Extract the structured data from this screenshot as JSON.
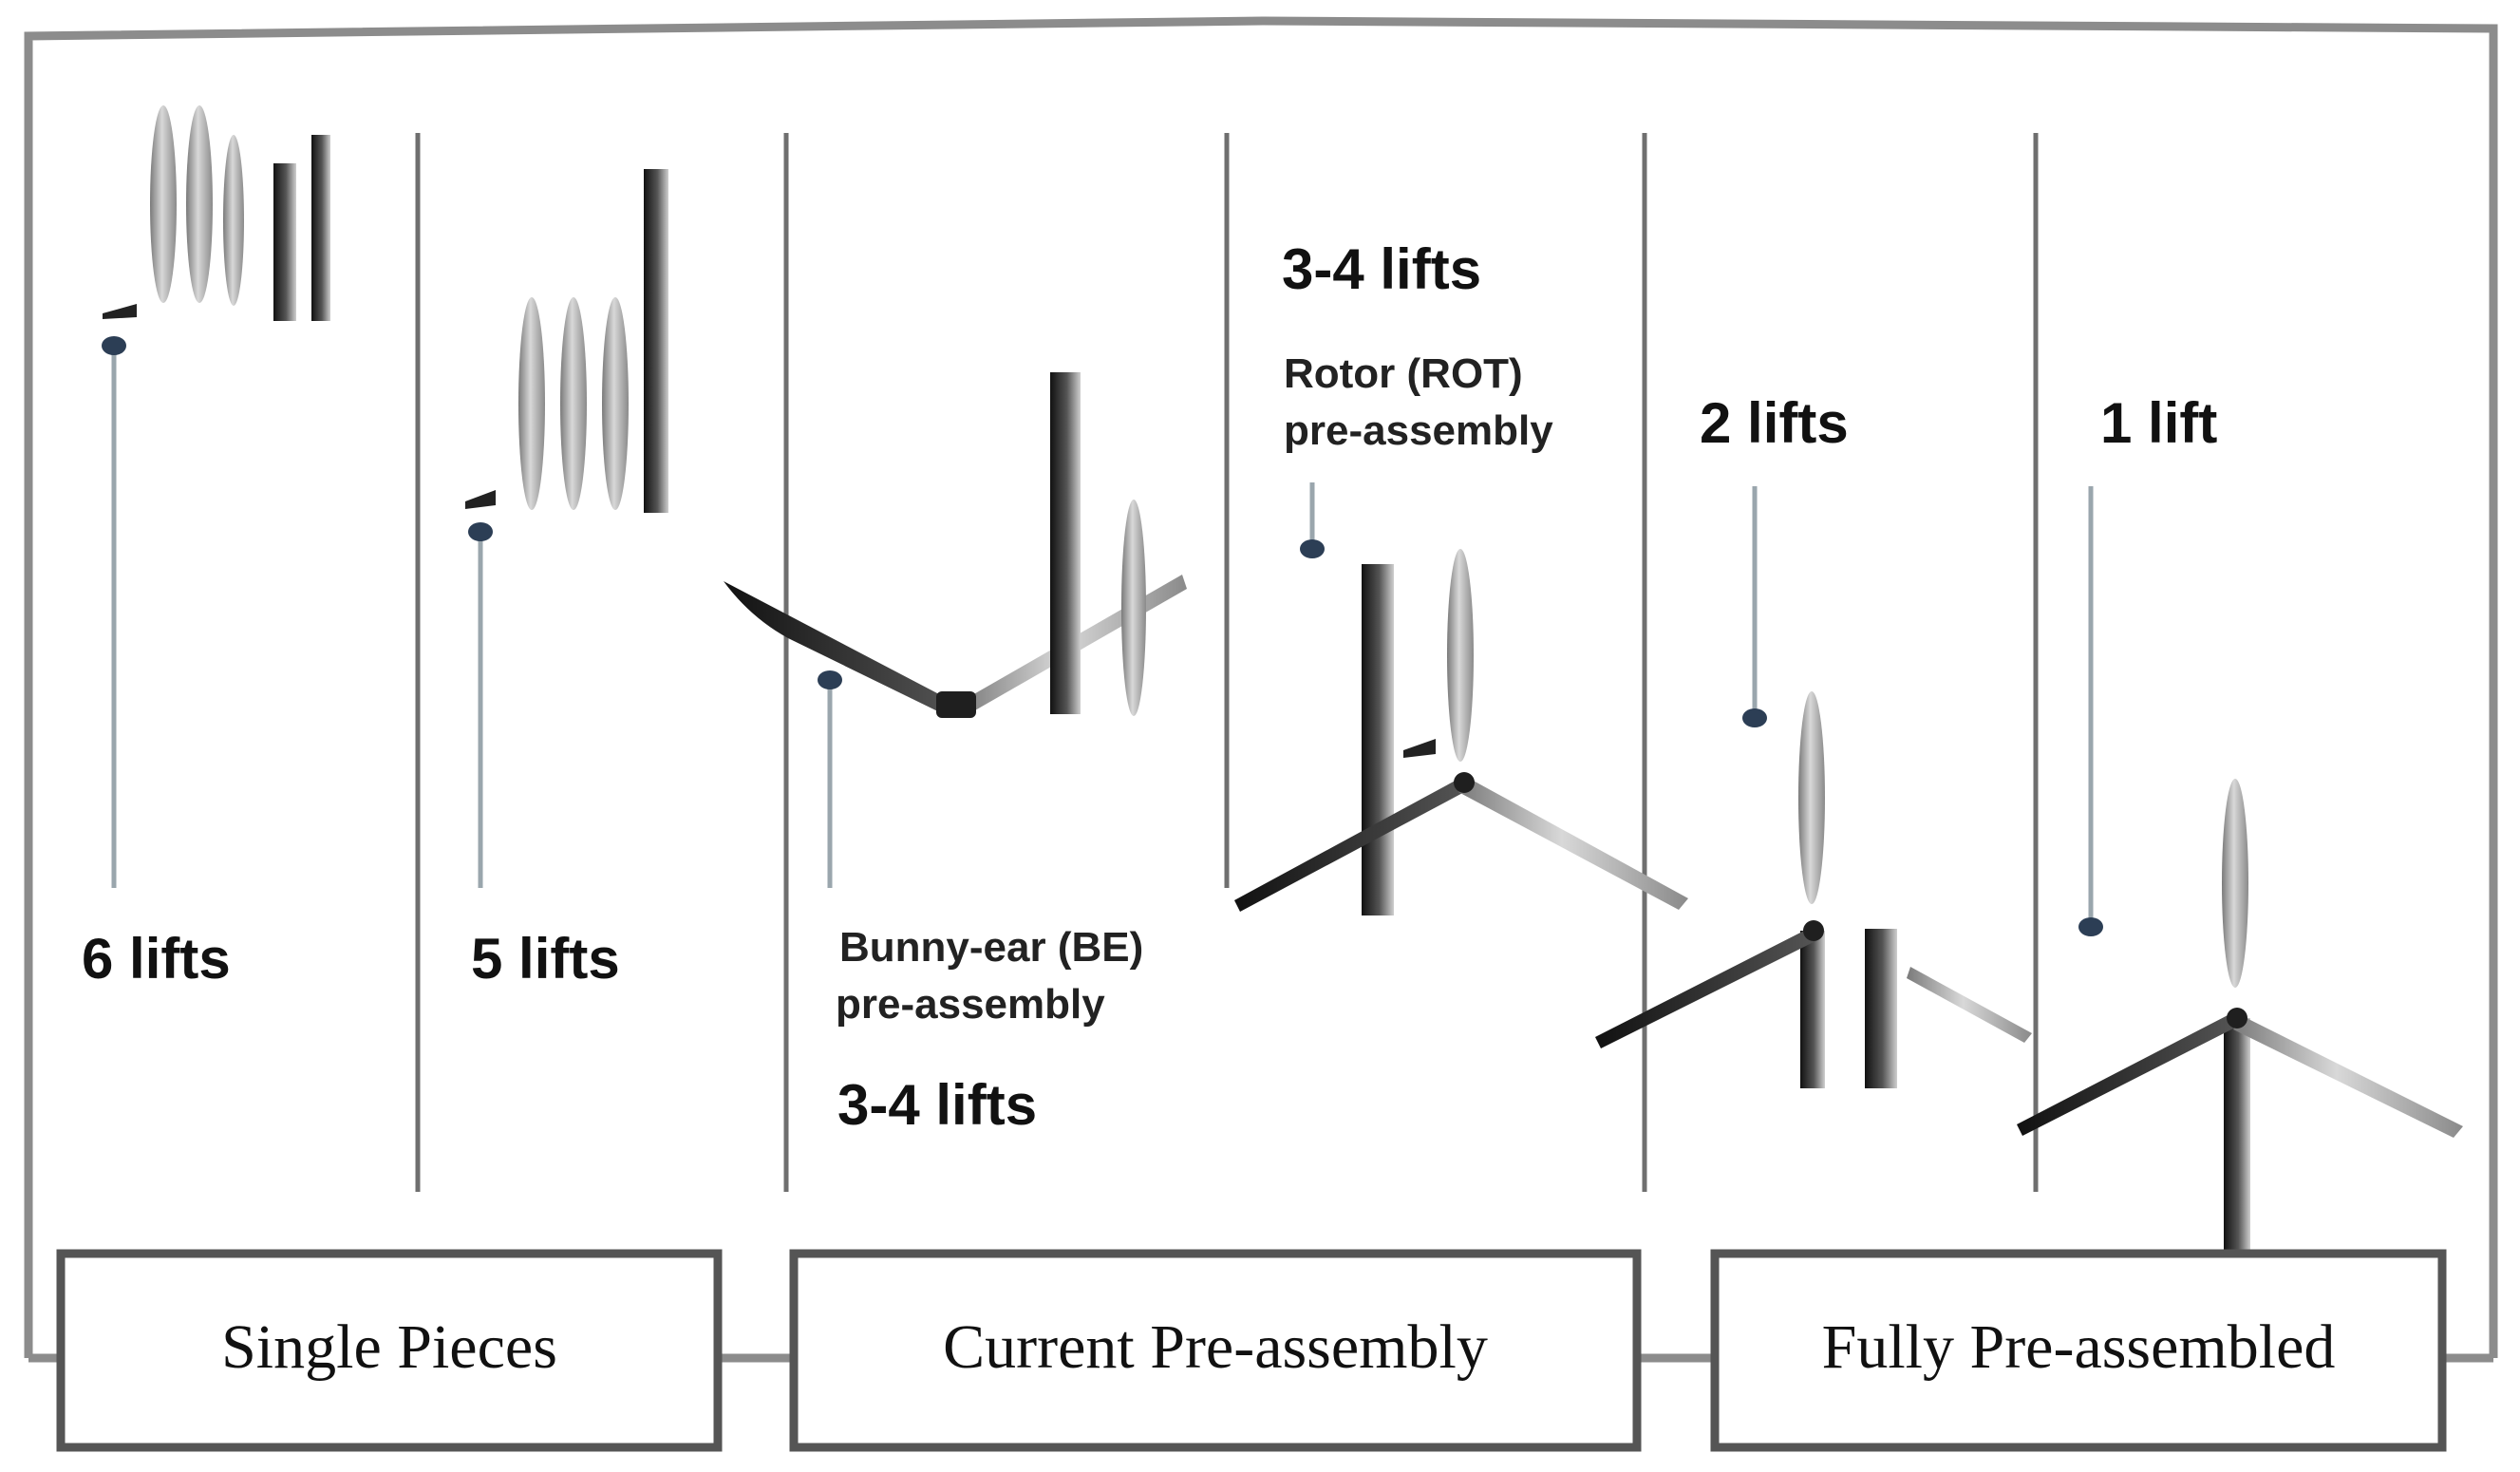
{
  "colors": {
    "frame": "#8c8c8c",
    "divider": "#6f6f6f",
    "pin": "#9aa6ad",
    "pin_head": "#2c3e55",
    "blade_light": "#b8b8b8",
    "blade_dark": "#1f1f1f",
    "tower": "#2a2a2a"
  },
  "icons": [
    "blade-icon",
    "tower-icon",
    "nacelle-icon",
    "hub-icon",
    "lift-point-icon"
  ],
  "stages": [
    {
      "lifts": "6 lifts"
    },
    {
      "lifts": "5 lifts"
    },
    {
      "lifts": "3-4 lifts",
      "sub_label_1": "Bunny-ear (BE)",
      "sub_label_2": "pre-assembly"
    },
    {
      "lifts": "3-4 lifts",
      "sub_label_1": "Rotor (ROT)",
      "sub_label_2": "pre-assembly"
    },
    {
      "lifts": "2 lifts"
    },
    {
      "lifts": "1 lift"
    }
  ],
  "categories": [
    {
      "label": "Single Pieces"
    },
    {
      "label": "Current Pre-assembly"
    },
    {
      "label": "Fully Pre-assembled"
    }
  ]
}
